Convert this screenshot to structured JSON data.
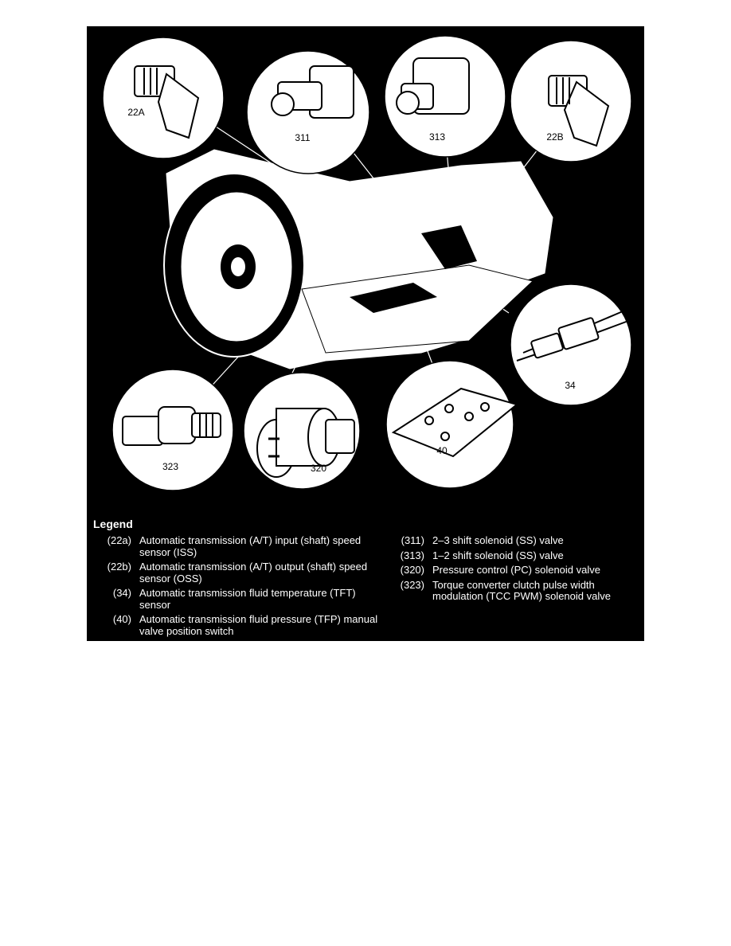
{
  "callouts": {
    "c22a": "22A",
    "c311": "311",
    "c313": "313",
    "c22b": "22B",
    "c34": "34",
    "c323": "323",
    "c320": "320",
    "c40": "40"
  },
  "legend": {
    "title": "Legend",
    "left": [
      {
        "code": "(22a)",
        "text": "Automatic transmission (A/T) input (shaft) speed sensor (ISS)"
      },
      {
        "code": "(22b)",
        "text": "Automatic transmission (A/T) output (shaft) speed sensor (OSS)"
      },
      {
        "code": "(34)",
        "text": "Automatic transmission fluid temperature (TFT) sensor"
      },
      {
        "code": "(40)",
        "text": "Automatic transmission fluid pressure (TFP) manual valve position switch"
      }
    ],
    "right": [
      {
        "code": "(311)",
        "text": "2–3 shift solenoid (SS) valve"
      },
      {
        "code": "(313)",
        "text": "1–2 shift solenoid (SS) valve"
      },
      {
        "code": "(320)",
        "text": "Pressure control (PC) solenoid valve"
      },
      {
        "code": "(323)",
        "text": "Torque converter clutch pulse width modulation (TCC PWM) solenoid valve"
      }
    ]
  }
}
